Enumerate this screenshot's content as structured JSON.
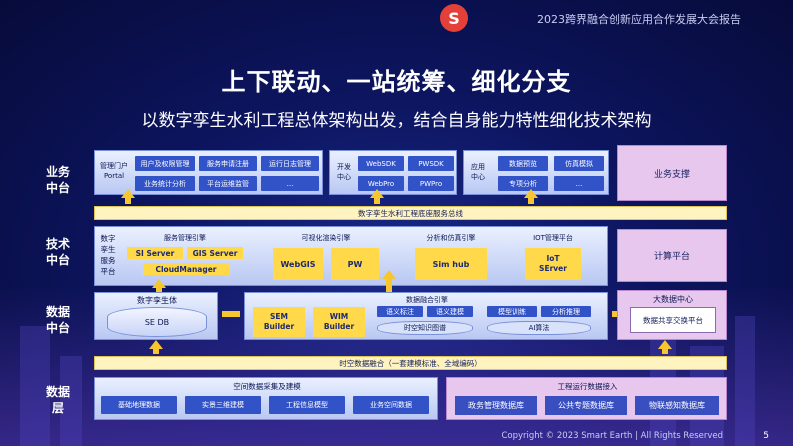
{
  "header": {
    "event": "2023跨界融合创新应用合作发展大会报告",
    "logo_letter": "S"
  },
  "title": "上下联动、一站统筹、细化分支",
  "subtitle": "以数字孪生水利工程总体架构出发，结合自身能力特性细化技术架构",
  "layers": {
    "business": "业务\n中台",
    "tech": "技术\n中台",
    "data": "数据\n中台",
    "datalayer": "数据\n层"
  },
  "business": {
    "portal_label": "管理门户\nPortal",
    "portal_items": [
      "用户及权限管理",
      "服务申请注册",
      "运行日志管理",
      "业务统计分析",
      "平台运维监管",
      "..."
    ],
    "dev_label": "开发\n中心",
    "dev_items": [
      "WebSDK",
      "PWSDK",
      "WebPro",
      "PWPro"
    ],
    "app_label": "应用\n中心",
    "app_items": [
      "数据预览",
      "仿真模拟",
      "专项分析",
      "..."
    ],
    "support": "业务支撑"
  },
  "bus_service": "数字孪生水利工程底座服务总线",
  "tech": {
    "side_label": "数字\n孪生\n服务\n平台",
    "svc_mgmt": {
      "title": "服务管理引擎",
      "items": [
        "SI Server",
        "GIS Server",
        "CloudManager"
      ]
    },
    "render": {
      "title": "可视化渲染引擎",
      "items": [
        "WebGIS",
        "PW"
      ]
    },
    "sim": {
      "title": "分析和仿真引擎",
      "item": "Sim hub"
    },
    "iot": {
      "title": "IOT管理平台",
      "item": "IoT\nSErver"
    },
    "compute": "计算平台"
  },
  "data_mid": {
    "twin": {
      "title": "数字孪生体",
      "db": "SE DB"
    },
    "fusion": {
      "title": "数据融合引擎",
      "builders": [
        "SEM\nBuilder",
        "WIM\nBuilder"
      ],
      "stack1": [
        "语义标注",
        "语义建模"
      ],
      "stack1_base": "时空知识图谱",
      "stack2": [
        "模型训练",
        "分析推理"
      ],
      "stack2_base": "AI算法"
    },
    "bigdata": {
      "title": "大数据中心",
      "item": "数据共享交换平台"
    }
  },
  "bus_data": "时空数据融合（一套建模标准、全域编码）",
  "data_layer": {
    "spatial": {
      "title": "空间数据采集及建模",
      "items": [
        "基础地理数据",
        "实景三维建模",
        "工程信息模型",
        "业务空间数据"
      ]
    },
    "ops": {
      "title": "工程运行数据接入",
      "items": [
        "政务管理数据库",
        "公共专题数据库",
        "物联感知数据库"
      ]
    }
  },
  "footer": "Copyright © 2023 Smart Earth  |  All Rights Reserved",
  "page": "5",
  "colors": {
    "accent_yellow": "#f7c62f",
    "chip_blue": "#3253c8",
    "purple_panel": "#e8c7ef"
  }
}
